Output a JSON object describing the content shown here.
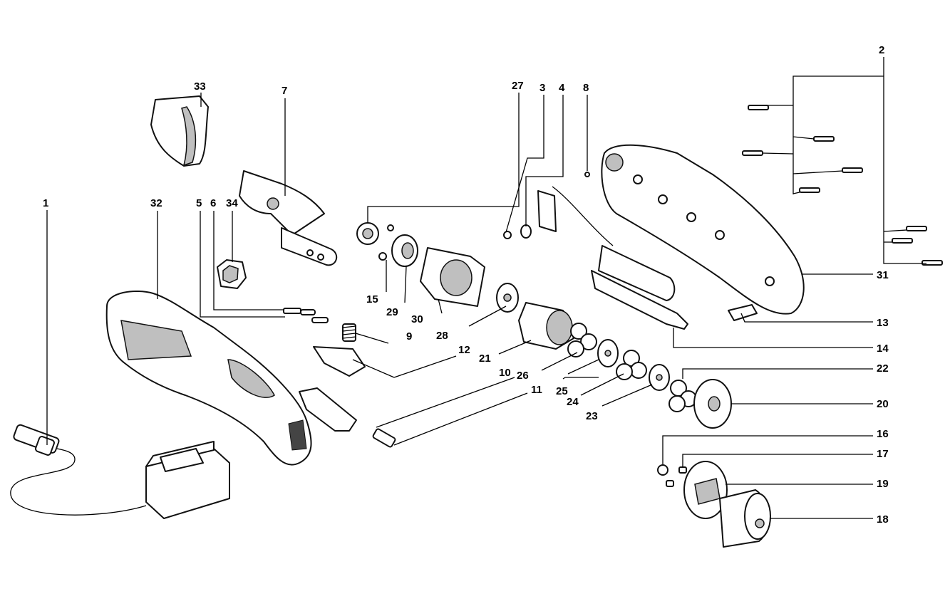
{
  "diagram": {
    "callouts": {
      "n1": "1",
      "n2": "2",
      "n3": "3",
      "n4": "4",
      "n5": "5",
      "n6": "6",
      "n7": "7",
      "n8": "8",
      "n9": "9",
      "n10": "10",
      "n11": "11",
      "n12": "12",
      "n13": "13",
      "n14": "14",
      "n15": "15",
      "n16": "16",
      "n17": "17",
      "n18": "18",
      "n19": "19",
      "n20": "20",
      "n21": "21",
      "n22": "22",
      "n23": "23",
      "n24": "24",
      "n25": "25",
      "n26": "26",
      "n27": "27",
      "n28": "28",
      "n29": "29",
      "n30": "30",
      "n31": "31",
      "n32": "32",
      "n33": "33",
      "n34": "34"
    }
  }
}
